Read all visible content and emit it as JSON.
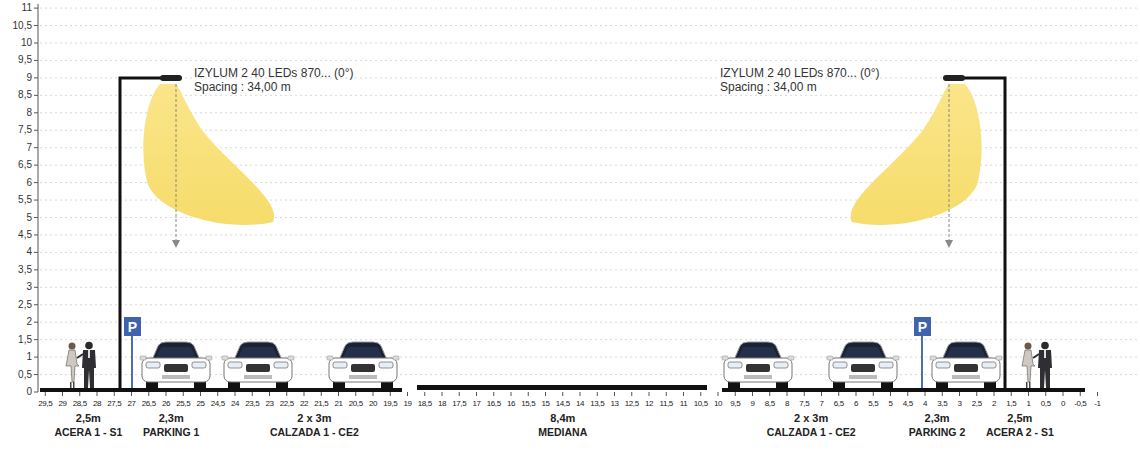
{
  "diagram": {
    "labels": [
      "11",
      "10,5",
      "10",
      "9,5",
      "9",
      "8,5",
      "8",
      "7,5",
      "7",
      "6,5",
      "6",
      "5,5",
      "5",
      "4,5",
      "4",
      "3,5",
      "3",
      "2,5",
      "2",
      "1,5",
      "1",
      "0,5",
      "0",
      "IZYLUM 2 40 LEDs 870... (0°)",
      "Spacing : 34,00 m",
      "IZYLUM 2 40 LEDs 870... (0°)",
      "Spacing : 34,00 m",
      "P",
      "P",
      "29,5",
      "29",
      "28,5",
      "28",
      "27,5",
      "27",
      "26,5",
      "26",
      "25,5",
      "25",
      "24,5",
      "24",
      "23,5",
      "23",
      "22,5",
      "22",
      "21,5",
      "21",
      "20,5",
      "20",
      "19,5",
      "19",
      "18,5",
      "18",
      "17,5",
      "17",
      "16,5",
      "16",
      "15,5",
      "15",
      "14,5",
      "14",
      "13,5",
      "13",
      "12,5",
      "12",
      "11,5",
      "11",
      "10,5",
      "10",
      "9,5",
      "9",
      "8,5",
      "8",
      "7,5",
      "7",
      "6,5",
      "6",
      "5,5",
      "5",
      "4,5",
      "4",
      "3,5",
      "3",
      "2,5",
      "2",
      "1,5",
      "1",
      "0,5",
      "0",
      "-0,5",
      "-1",
      "2,5m",
      "2,3m",
      "2 x 3m",
      "8,4m",
      "2 x 3m",
      "2,3m",
      "2,5m",
      "ACERA 1 - S1",
      "PARKING 1",
      "CALZADA 1 - CE2",
      "MEDIANA",
      "CALZADA 1 - CE2",
      "PARKING 2",
      "ACERA 2 - S1"
    ]
  }
}
